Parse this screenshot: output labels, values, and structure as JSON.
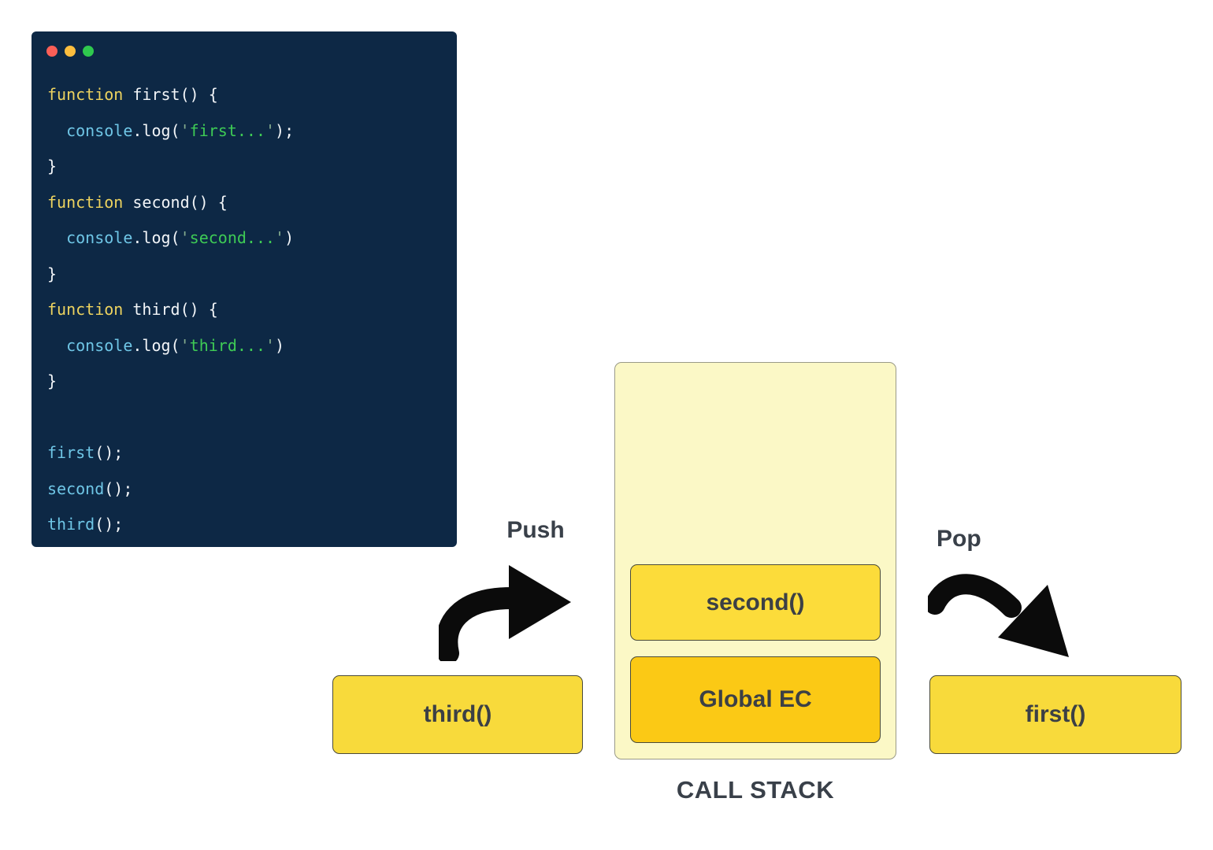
{
  "editor": {
    "window_controls": [
      "close",
      "minimize",
      "zoom"
    ],
    "colors": {
      "background": "#0d2845",
      "keyword": "#edd35f",
      "identifier": "#f2f5f8",
      "builtin": "#6fc6e6",
      "string": "#3ecb55",
      "quote": "#84ab8d",
      "dot_red": "#fb5f57",
      "dot_yellow": "#fcbe3e",
      "dot_green": "#2fc94e"
    },
    "code_lines": [
      [
        [
          "kw",
          "function"
        ],
        [
          "pl",
          " "
        ],
        [
          "fn",
          "first"
        ],
        [
          "pl",
          "() {"
        ]
      ],
      [
        [
          "pl",
          "  "
        ],
        [
          "cy",
          "console"
        ],
        [
          "pl",
          ".log("
        ],
        [
          "q",
          "'"
        ],
        [
          "str",
          "first..."
        ],
        [
          "q",
          "'"
        ],
        [
          "pl",
          ");"
        ]
      ],
      [
        [
          "pl",
          "}"
        ]
      ],
      [
        [
          "kw",
          "function"
        ],
        [
          "pl",
          " "
        ],
        [
          "fn",
          "second"
        ],
        [
          "pl",
          "() {"
        ]
      ],
      [
        [
          "pl",
          "  "
        ],
        [
          "cy",
          "console"
        ],
        [
          "pl",
          ".log("
        ],
        [
          "q",
          "'"
        ],
        [
          "str",
          "second..."
        ],
        [
          "q",
          "'"
        ],
        [
          "pl",
          ")"
        ]
      ],
      [
        [
          "pl",
          "}"
        ]
      ],
      [
        [
          "kw",
          "function"
        ],
        [
          "pl",
          " "
        ],
        [
          "fn",
          "third"
        ],
        [
          "pl",
          "() {"
        ]
      ],
      [
        [
          "pl",
          "  "
        ],
        [
          "cy",
          "console"
        ],
        [
          "pl",
          ".log("
        ],
        [
          "q",
          "'"
        ],
        [
          "str",
          "third..."
        ],
        [
          "q",
          "'"
        ],
        [
          "pl",
          ")"
        ]
      ],
      [
        [
          "pl",
          "}"
        ]
      ],
      [],
      [
        [
          "cy",
          "first"
        ],
        [
          "pl",
          "();"
        ]
      ],
      [
        [
          "cy",
          "second"
        ],
        [
          "pl",
          "();"
        ]
      ],
      [
        [
          "cy",
          "third"
        ],
        [
          "pl",
          "();"
        ]
      ]
    ]
  },
  "diagram": {
    "push_label": "Push",
    "pop_label": "Pop",
    "call_stack_title": "CALL STACK",
    "incoming_frame_label": "third()",
    "outgoing_frame_label": "first()",
    "stack_frames": [
      "second()",
      "Global EC"
    ],
    "colors": {
      "frame_yellow": "#fcdc3a",
      "global_ec_gold": "#fbc915",
      "stack_background": "#fbf8c6",
      "arrow": "#0b0b0b",
      "label_text": "#394049"
    }
  }
}
